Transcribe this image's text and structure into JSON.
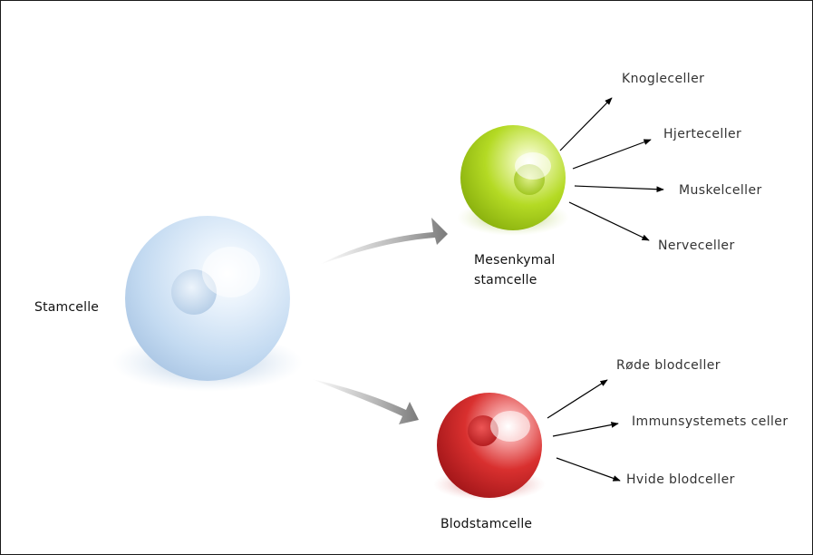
{
  "diagram": {
    "root": {
      "label": "Stamcelle",
      "color": "#c5dcf3"
    },
    "branches": [
      {
        "label_line1": "Mesenkymal",
        "label_line2": "stamcelle",
        "color": "#a9d21a",
        "children": [
          "Knogleceller",
          "Hjerteceller",
          "Muskelceller",
          "Nerveceller"
        ]
      },
      {
        "label_line1": "Blodstamcelle",
        "color": "#d42a2a",
        "children": [
          "Røde blodceller",
          "Immunsystemets celler",
          "Hvide blodceller"
        ]
      }
    ]
  }
}
